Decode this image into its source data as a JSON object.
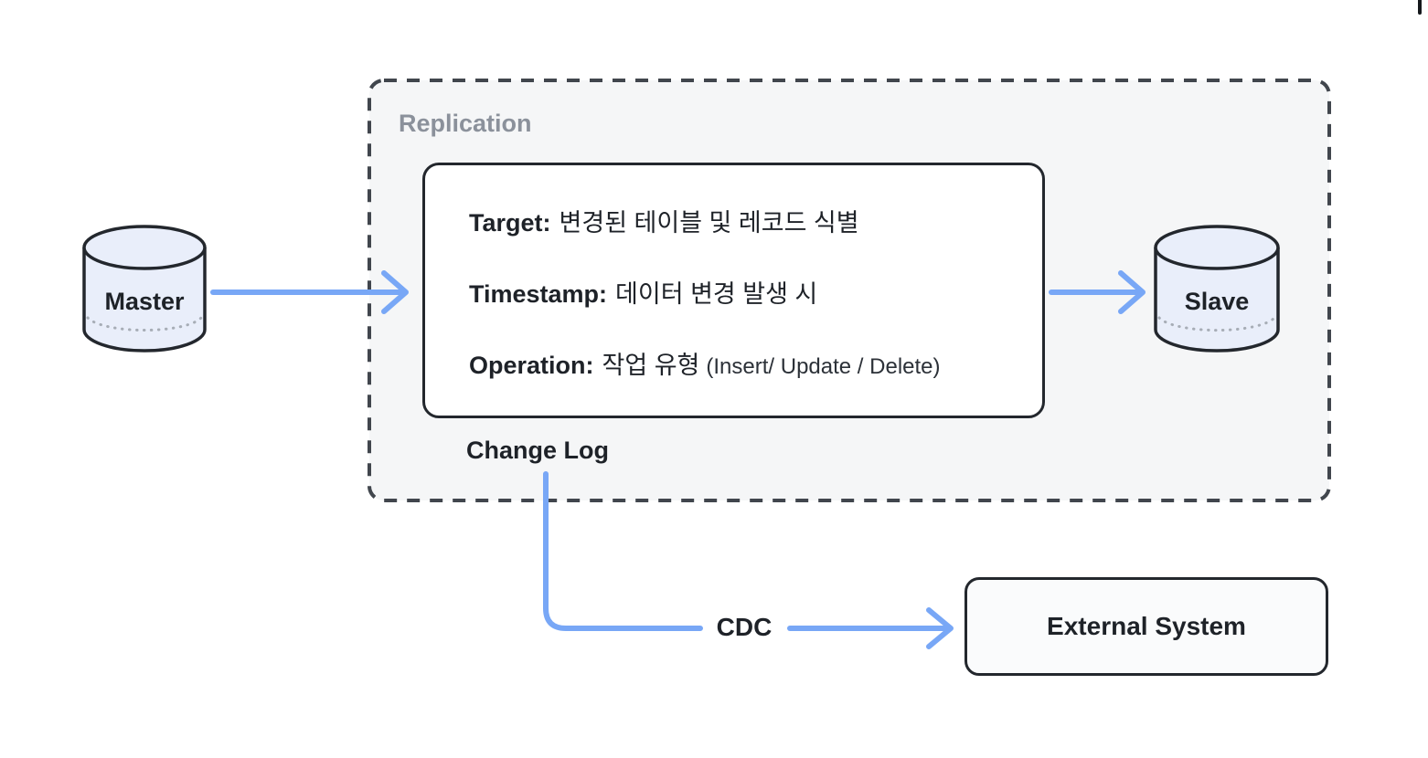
{
  "nodes": {
    "master": {
      "label": "Master"
    },
    "slave": {
      "label": "Slave"
    },
    "external_system": {
      "label": "External System"
    }
  },
  "replication": {
    "label": "Replication",
    "change_log": {
      "label": "Change Log",
      "entries": [
        {
          "key": "Target:",
          "value": "변경된 테이블 및 레코드 식별",
          "note": ""
        },
        {
          "key": "Timestamp:",
          "value": "데이터 변경 발생 시",
          "note": ""
        },
        {
          "key": "Operation:",
          "value": "작업 유형",
          "note": "(Insert/ Update / Delete)"
        }
      ]
    }
  },
  "cdc": {
    "label": "CDC"
  },
  "colors": {
    "arrow": "#78a7f6",
    "ink": "#1e2228",
    "muted": "#8b919b",
    "panel_bg": "#f5f6f7",
    "panel_border": "#41464d",
    "cyl_fill": "#e9eefa",
    "box_border": "#23272d"
  }
}
